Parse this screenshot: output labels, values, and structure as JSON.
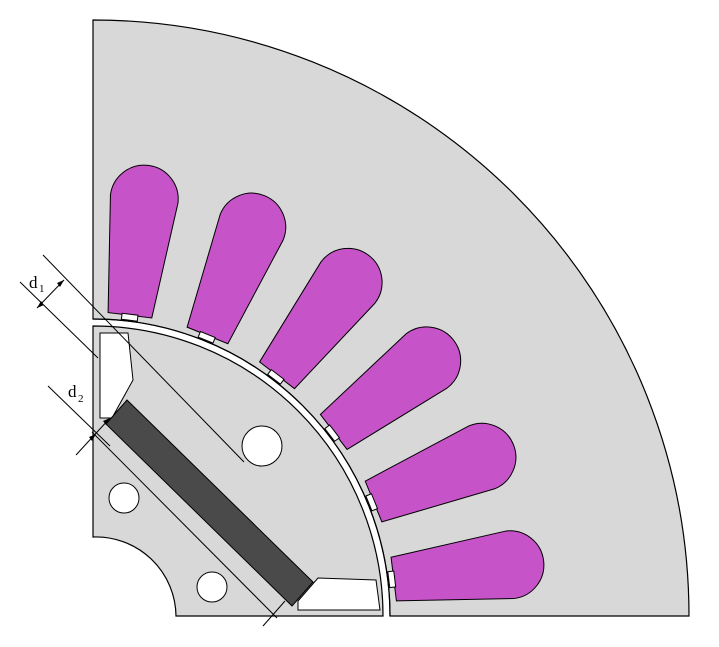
{
  "colors": {
    "steel": "#d8d8d8",
    "outline": "#000000",
    "winding": "#c653c8",
    "magnet": "#4a4a4a",
    "air": "#ffffff"
  },
  "labels": {
    "d1": {
      "main": "d",
      "sub": "1"
    },
    "d2": {
      "main": "d",
      "sub": "2"
    }
  },
  "stator": {
    "slot_count_shown": 6
  },
  "rotor": {
    "holes_shown": 3,
    "magnets_shown": 1
  }
}
